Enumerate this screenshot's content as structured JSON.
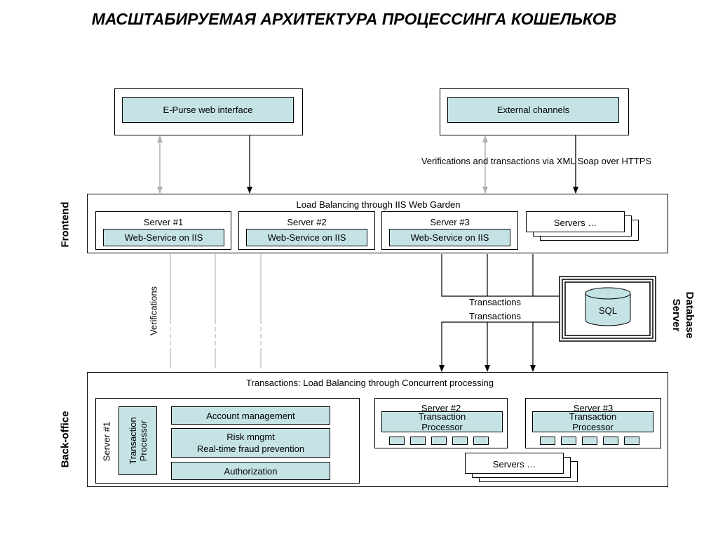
{
  "title": "МАСШТАБИРУЕМАЯ АРХИТЕКТУРА ПРОЦЕССИНГА КОШЕЛЬКОВ",
  "top": {
    "epurse": "E-Purse web interface",
    "external": "External channels",
    "xml_note": "Verifications and transactions via XML Soap over HTTPS"
  },
  "frontend": {
    "side_label": "Frontend",
    "header": "Load Balancing through IIS Web Garden",
    "servers": [
      {
        "name": "Server #1",
        "service": "Web-Service on IIS"
      },
      {
        "name": "Server #2",
        "service": "Web-Service on IIS"
      },
      {
        "name": "Server #3",
        "service": "Web-Service on IIS"
      }
    ],
    "more": "Servers …"
  },
  "middle": {
    "verifications": "Verifications",
    "transactions_1": "Transactions",
    "transactions_2": "Transactions"
  },
  "database": {
    "label_line1": "Database",
    "label_line2": "Server",
    "sql": "SQL"
  },
  "backoffice": {
    "side_label": "Back-office",
    "header": "Transactions: Load Balancing through Concurrent processing",
    "server1": {
      "name": "Server #1",
      "processor": "Transaction Processor",
      "modules": [
        "Account management",
        "Risk mngmt",
        "Real-time fraud prevention",
        "Authorization"
      ]
    },
    "server2": {
      "name": "Server #2",
      "processor_line1": "Transaction",
      "processor_line2": "Processor"
    },
    "server3": {
      "name": "Server #3",
      "processor_line1": "Transaction",
      "processor_line2": "Processor"
    },
    "more": "Servers …"
  },
  "colors": {
    "accent": "#c5e3e5",
    "grey_arrow": "#b0b0b0"
  }
}
